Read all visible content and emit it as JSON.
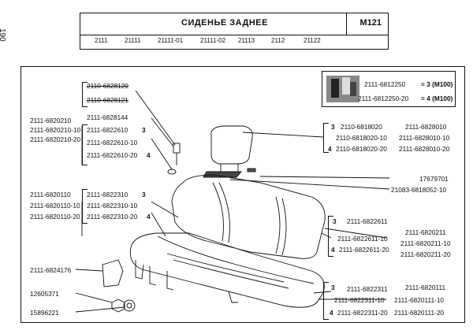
{
  "page_number": "190",
  "header": {
    "title": "СИДЕНЬЕ ЗАДНЕЕ",
    "code": "М121",
    "models": [
      "2111",
      "21111",
      "21111-01",
      "21111-02",
      "21113",
      "2112",
      "21122"
    ]
  },
  "sealant": {
    "line1_code": "2111-6812250",
    "line1_qty": "= 3 (M100)",
    "line2_code": "2111-6812250-20",
    "line2_qty": "= 4 (M100)"
  },
  "labels": {
    "g1": [
      "2110-6828120",
      "2110-6828121"
    ],
    "g2": [
      "2111-6820210",
      "2111-6820210-10",
      "2111-6820210-20"
    ],
    "g3": [
      "2111-6828144",
      "2111-6822610",
      "2111-6822610-10",
      "2111-6822610-20"
    ],
    "g3_marks": [
      "3",
      "4"
    ],
    "g4": [
      "2111-6820110",
      "2111-6820110-10",
      "2111-6820110-20"
    ],
    "g5": [
      "2111-6822310",
      "2111-6822310-10",
      "2111-6822310-20"
    ],
    "g5_marks": [
      "3",
      "4"
    ],
    "g6": [
      "2110-6818020",
      "2110-6818020-10",
      "2110-6818020-20"
    ],
    "g6_marks": [
      "3",
      "4"
    ],
    "g7": [
      "2111-6828010",
      "2111-6828010-10",
      "2111-6828010-20"
    ],
    "l_17679701": "17679701",
    "l_21083": "21083-6818052-10",
    "g8": [
      "2111-6822611",
      "2111-6822611-10",
      "2111-6822611-20"
    ],
    "g8_marks": [
      "3",
      "4"
    ],
    "g9": [
      "2111-6820211",
      "2111-6820211-10",
      "2111-6820211-20"
    ],
    "l_6824176": "2111-6824176",
    "l_12605371": "12605371",
    "l_15896221": "15896221",
    "g10": [
      "2111-6822311",
      "2111-6822311-10",
      "2111-6822311-20"
    ],
    "g10_marks": [
      "3",
      "4"
    ],
    "g11": [
      "2111-6820111",
      "2111-6820111-10",
      "2111-6820111-20"
    ]
  }
}
